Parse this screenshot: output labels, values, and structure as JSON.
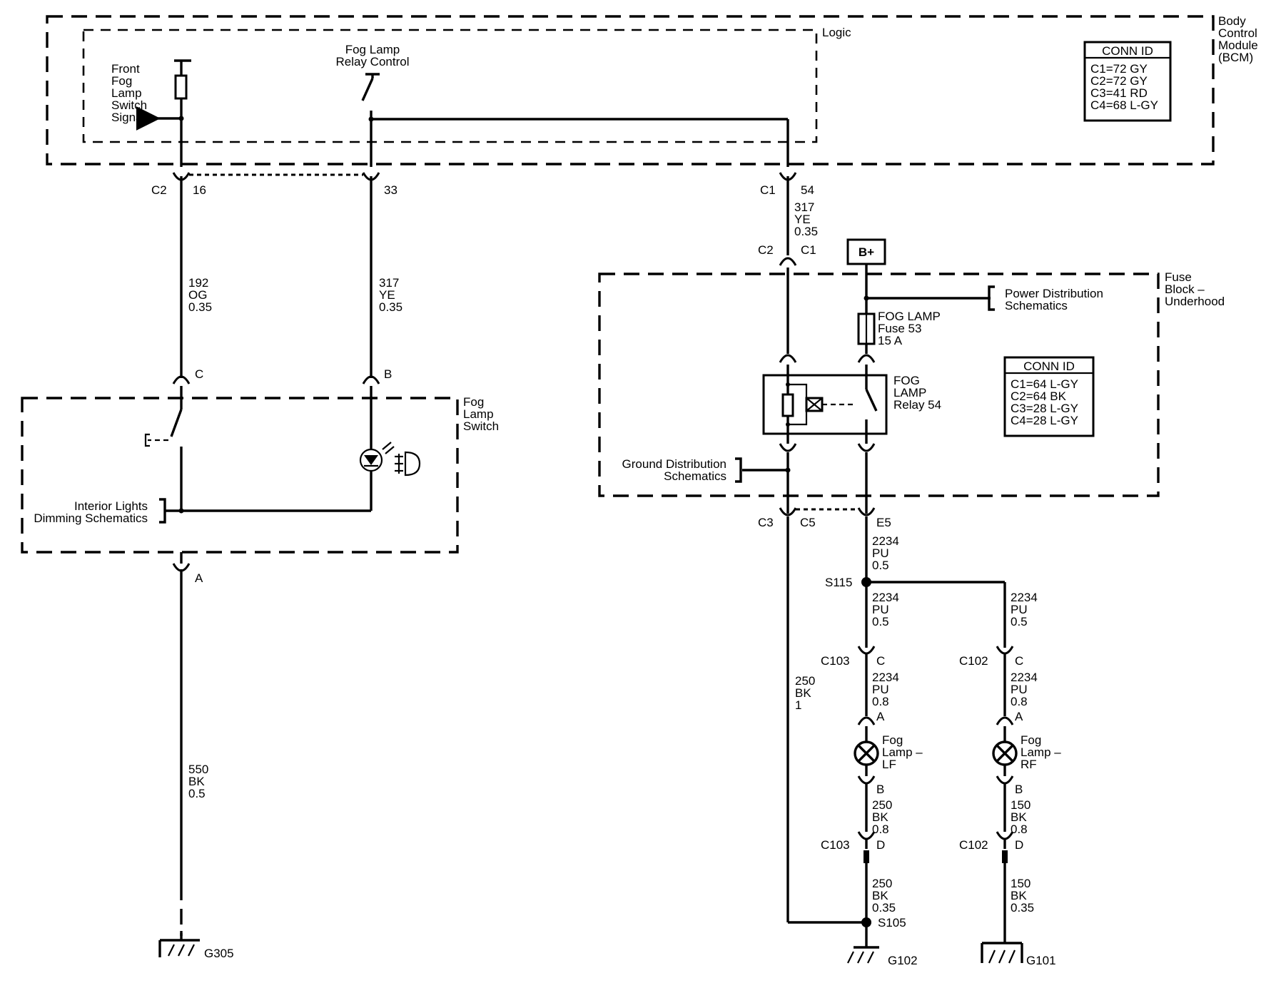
{
  "modules": {
    "bcm": {
      "name": [
        "Body",
        "Control",
        "Module",
        "(BCM)"
      ],
      "logic_label": "Logic"
    },
    "fuse_block": {
      "name": [
        "Fuse",
        "Block –",
        "Underhood"
      ]
    },
    "fog_switch": {
      "name": [
        "Fog",
        "Lamp",
        "Switch"
      ]
    }
  },
  "bcm_conn": {
    "title": "CONN ID",
    "rows": [
      "C1=72 GY",
      "C2=72 GY",
      "C3=41 RD",
      "C4=68 L-GY"
    ]
  },
  "fuse_conn": {
    "title": "CONN ID",
    "rows": [
      "C1=64 L-GY",
      "C2=64 BK",
      "C3=28 L-GY",
      "C4=28 L-GY"
    ]
  },
  "bcm_signals": {
    "front_fog": [
      "Front",
      "Fog",
      "Lamp",
      "Switch",
      "Signal"
    ],
    "relay_control": [
      "Fog Lamp",
      "Relay Control"
    ]
  },
  "connectors": {
    "c2": "C2",
    "c2_16": "16",
    "c2_33": "33",
    "c1": "C1",
    "c1_54": "54",
    "fb_c2": "C2",
    "fb_c1": "C1",
    "sw_c": "C",
    "sw_b": "B",
    "sw_a": "A",
    "c3": "C3",
    "c5": "C5",
    "e5": "E5",
    "c103": "C103",
    "c103_c": "C",
    "c103_a": "A",
    "c103_b": "B",
    "c103_d": "D",
    "c102": "C102",
    "c102_c": "C",
    "c102_a": "A",
    "c102_b": "B",
    "c102_d": "D"
  },
  "wires": {
    "w192": [
      "192",
      "OG",
      "0.35"
    ],
    "w317a": [
      "317",
      "YE",
      "0.35"
    ],
    "w317b": [
      "317",
      "YE",
      "0.35"
    ],
    "w550": [
      "550",
      "BK",
      "0.5"
    ],
    "w250_1": [
      "250",
      "BK",
      "1"
    ],
    "w2234_a": [
      "2234",
      "PU",
      "0.5"
    ],
    "w2234_b": [
      "2234",
      "PU",
      "0.5"
    ],
    "w2234_c": [
      "2234",
      "PU",
      "0.5"
    ],
    "w2234_d": [
      "2234",
      "PU",
      "0.8"
    ],
    "w2234_e": [
      "2234",
      "PU",
      "0.8"
    ],
    "w250_08": [
      "250",
      "BK",
      "0.8"
    ],
    "w150_08": [
      "150",
      "BK",
      "0.8"
    ],
    "w250_035": [
      "250",
      "BK",
      "0.35"
    ],
    "w150_035": [
      "150",
      "BK",
      "0.35"
    ]
  },
  "components": {
    "bplus": "B+",
    "power_dist": [
      "Power Distribution",
      "Schematics"
    ],
    "fuse": [
      "FOG LAMP",
      "Fuse 53",
      "15 A"
    ],
    "relay": [
      "FOG",
      "LAMP",
      "Relay 54"
    ],
    "ground_dist": [
      "Ground Distribution",
      "Schematics"
    ],
    "interior_dim": [
      "Interior Lights",
      "Dimming Schematics"
    ],
    "lamp_lf": [
      "Fog",
      "Lamp –",
      "LF"
    ],
    "lamp_rf": [
      "Fog",
      "Lamp –",
      "RF"
    ]
  },
  "splices": {
    "s115": "S115",
    "s105": "S105"
  },
  "grounds": {
    "g305": "G305",
    "g102": "G102",
    "g101": "G101"
  }
}
